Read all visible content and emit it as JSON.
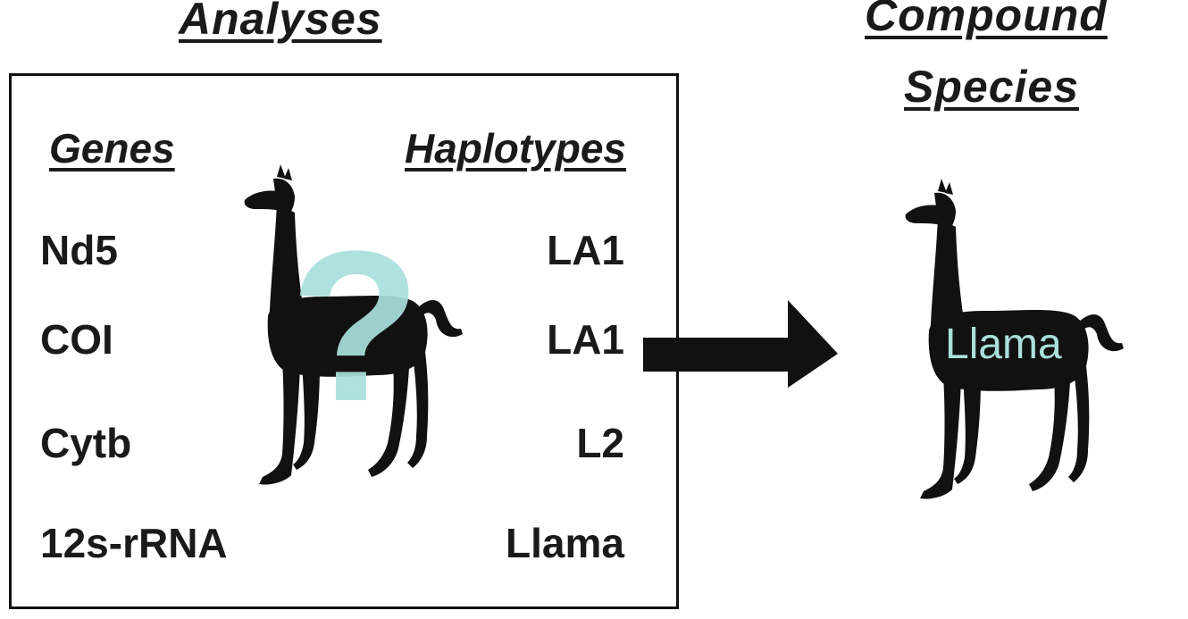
{
  "headings": {
    "analyses": "Analyses",
    "compound_line1": "Compound",
    "compound_line2": "Species"
  },
  "box": {
    "genes_header": "Genes",
    "haplotypes_header": "Haplotypes",
    "rows": [
      {
        "gene": "Nd5",
        "haplotype": "LA1"
      },
      {
        "gene": "COI",
        "haplotype": "LA1"
      },
      {
        "gene": "Cytb",
        "haplotype": "L2"
      },
      {
        "gene": "12s-rRNA",
        "haplotype": "Llama"
      }
    ],
    "question_mark": "?"
  },
  "result": {
    "label": "Llama"
  },
  "colors": {
    "accent": "#a9e0dc",
    "silhouette": "#111111",
    "text": "#1a1a1a"
  }
}
